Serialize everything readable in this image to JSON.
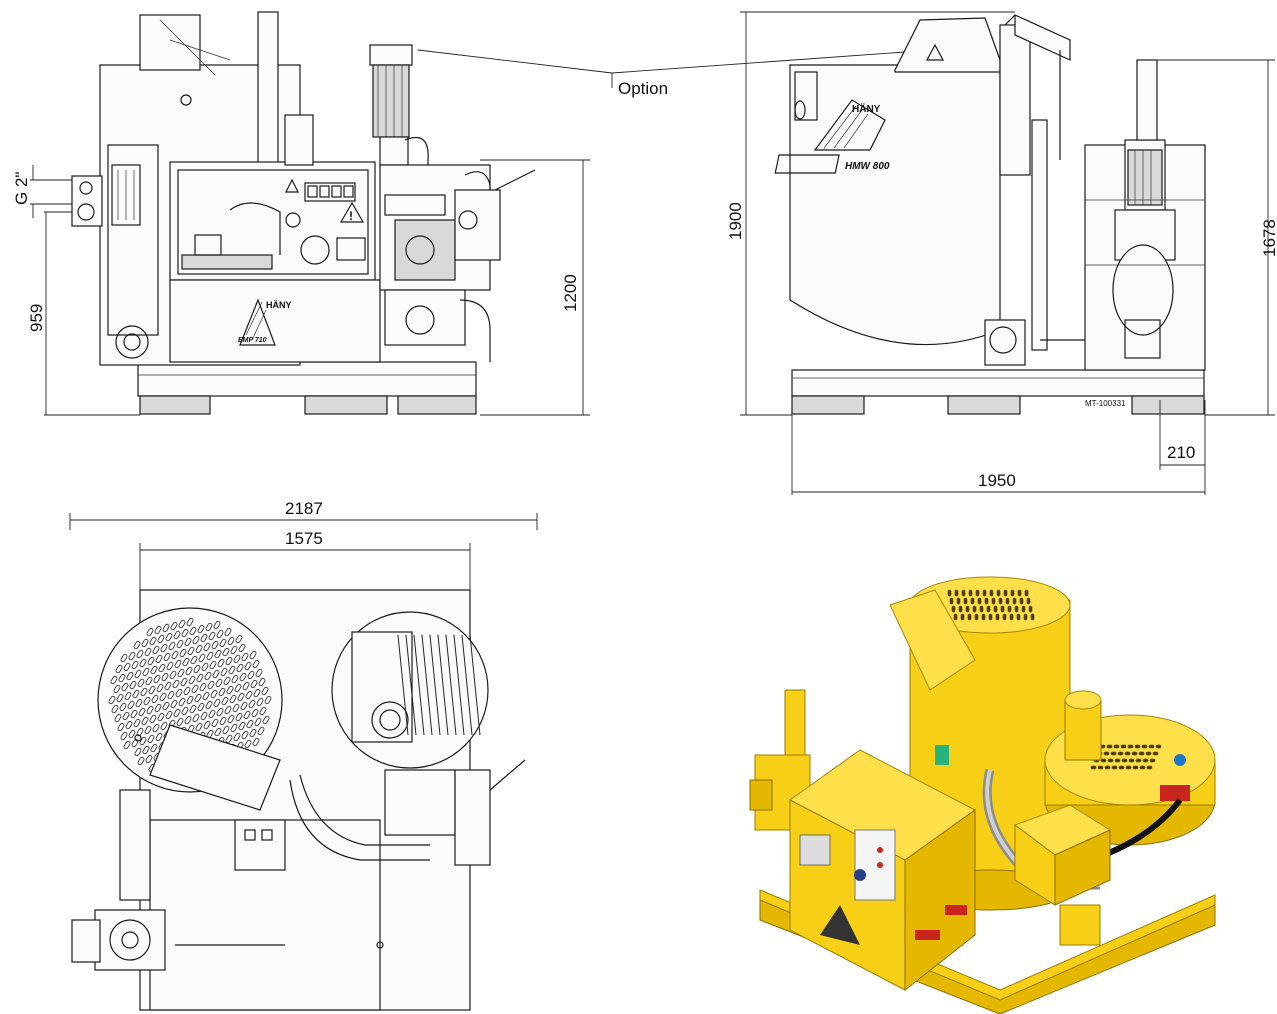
{
  "labels": {
    "option": "Option",
    "g2": "G 2\"",
    "h959": "959",
    "h1200": "1200",
    "h1900": "1900",
    "h1678": "1678",
    "w210": "210",
    "w1950": "1950",
    "w2187": "2187",
    "w1575": "1575",
    "drawing_no": "MT-100331",
    "brand": "HÄNY",
    "model_pump": "EMP 710",
    "model_mixer": "HMW 800"
  },
  "colors": {
    "machine_yellow": "#f6cf16",
    "line": "#1a1a1a"
  }
}
